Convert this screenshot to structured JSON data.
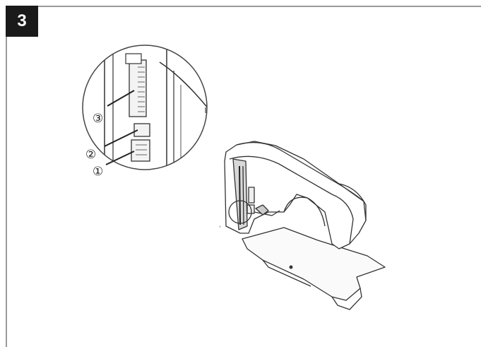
{
  "step": {
    "number": "3"
  },
  "callouts": {
    "c1": "①",
    "c2": "②",
    "c3": "③"
  }
}
